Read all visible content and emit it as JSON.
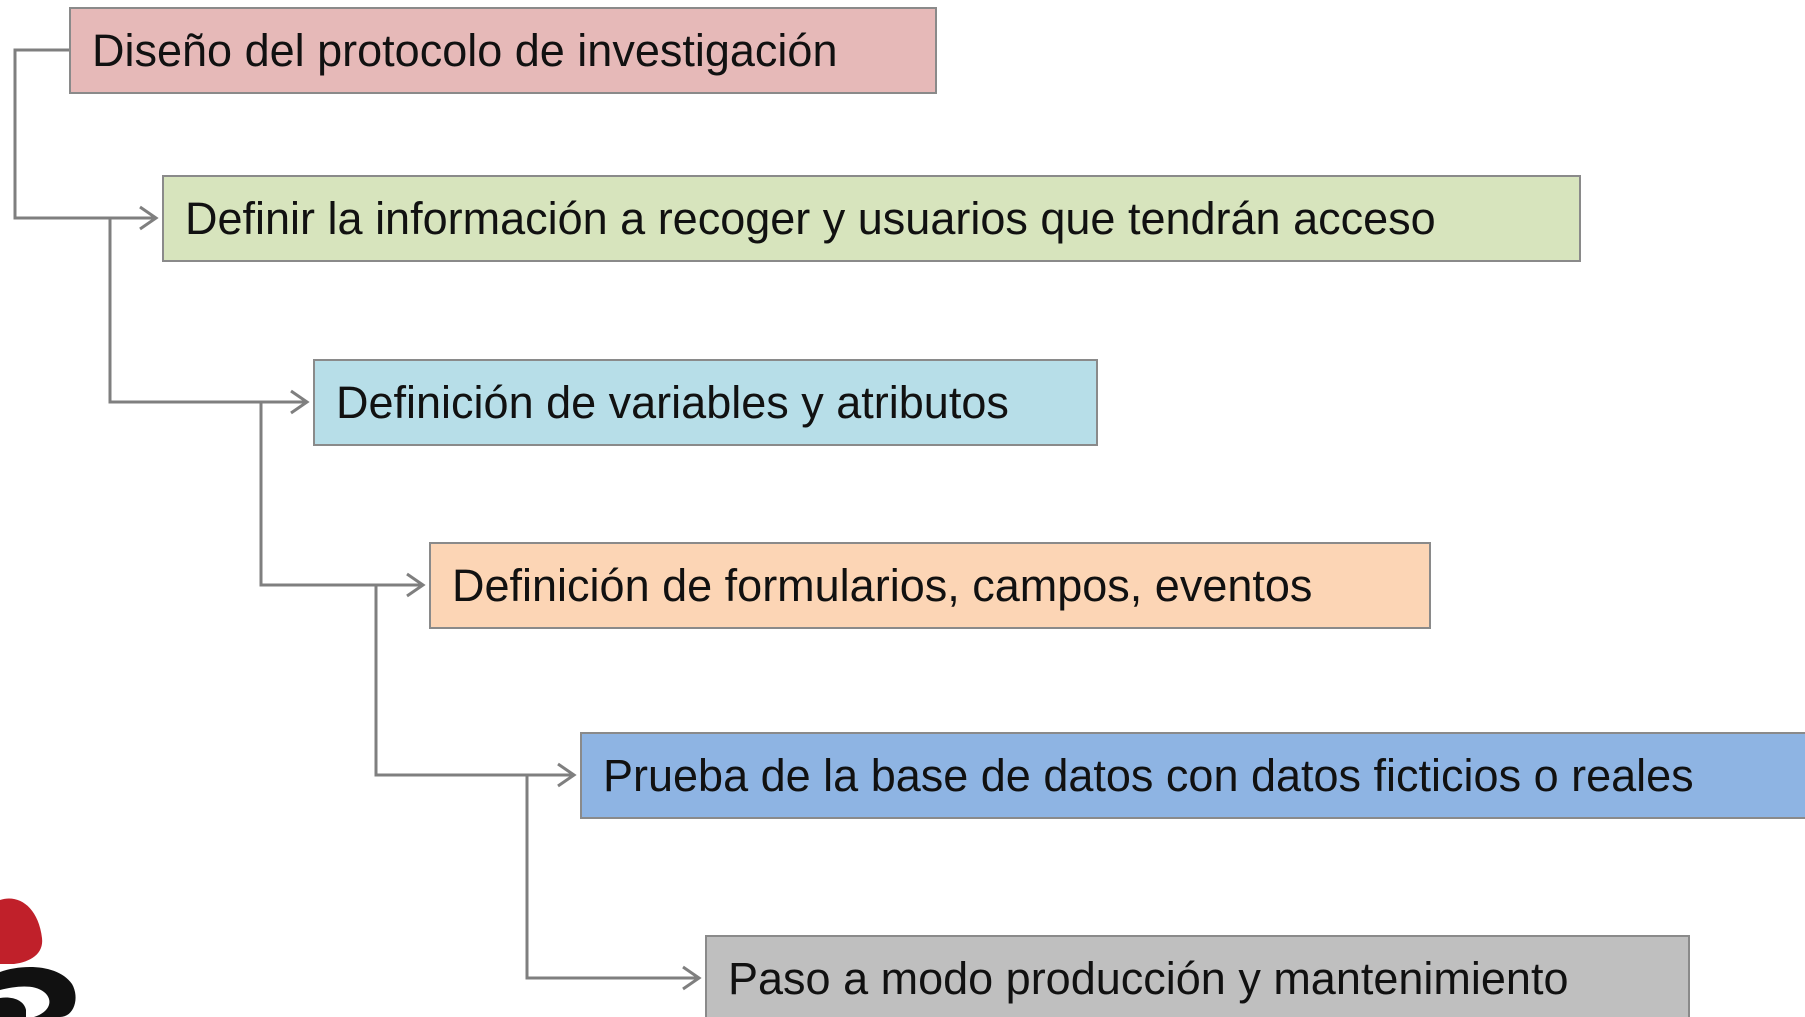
{
  "steps": [
    {
      "label": "Diseño del protocolo de investigación",
      "color": "#e6b9b8"
    },
    {
      "label": "Definir la información a recoger y usuarios que tendrán acceso",
      "color": "#d7e4bd"
    },
    {
      "label": "Definición de variables y atributos",
      "color": "#b7dee8"
    },
    {
      "label": "Definición de formularios, campos, eventos",
      "color": "#fcd5b5"
    },
    {
      "label": "Prueba de la base de datos con datos ficticios o reales",
      "color": "#8eb4e3"
    },
    {
      "label": "Paso a modo producción y mantenimiento",
      "color": "#bfbfbf"
    }
  ],
  "connector_color": "#7f7f7f",
  "logo_colors": [
    "#c0202a",
    "#111111"
  ],
  "icons": {
    "connector": "elbow-arrow-icon",
    "logo": "logo-icon"
  }
}
